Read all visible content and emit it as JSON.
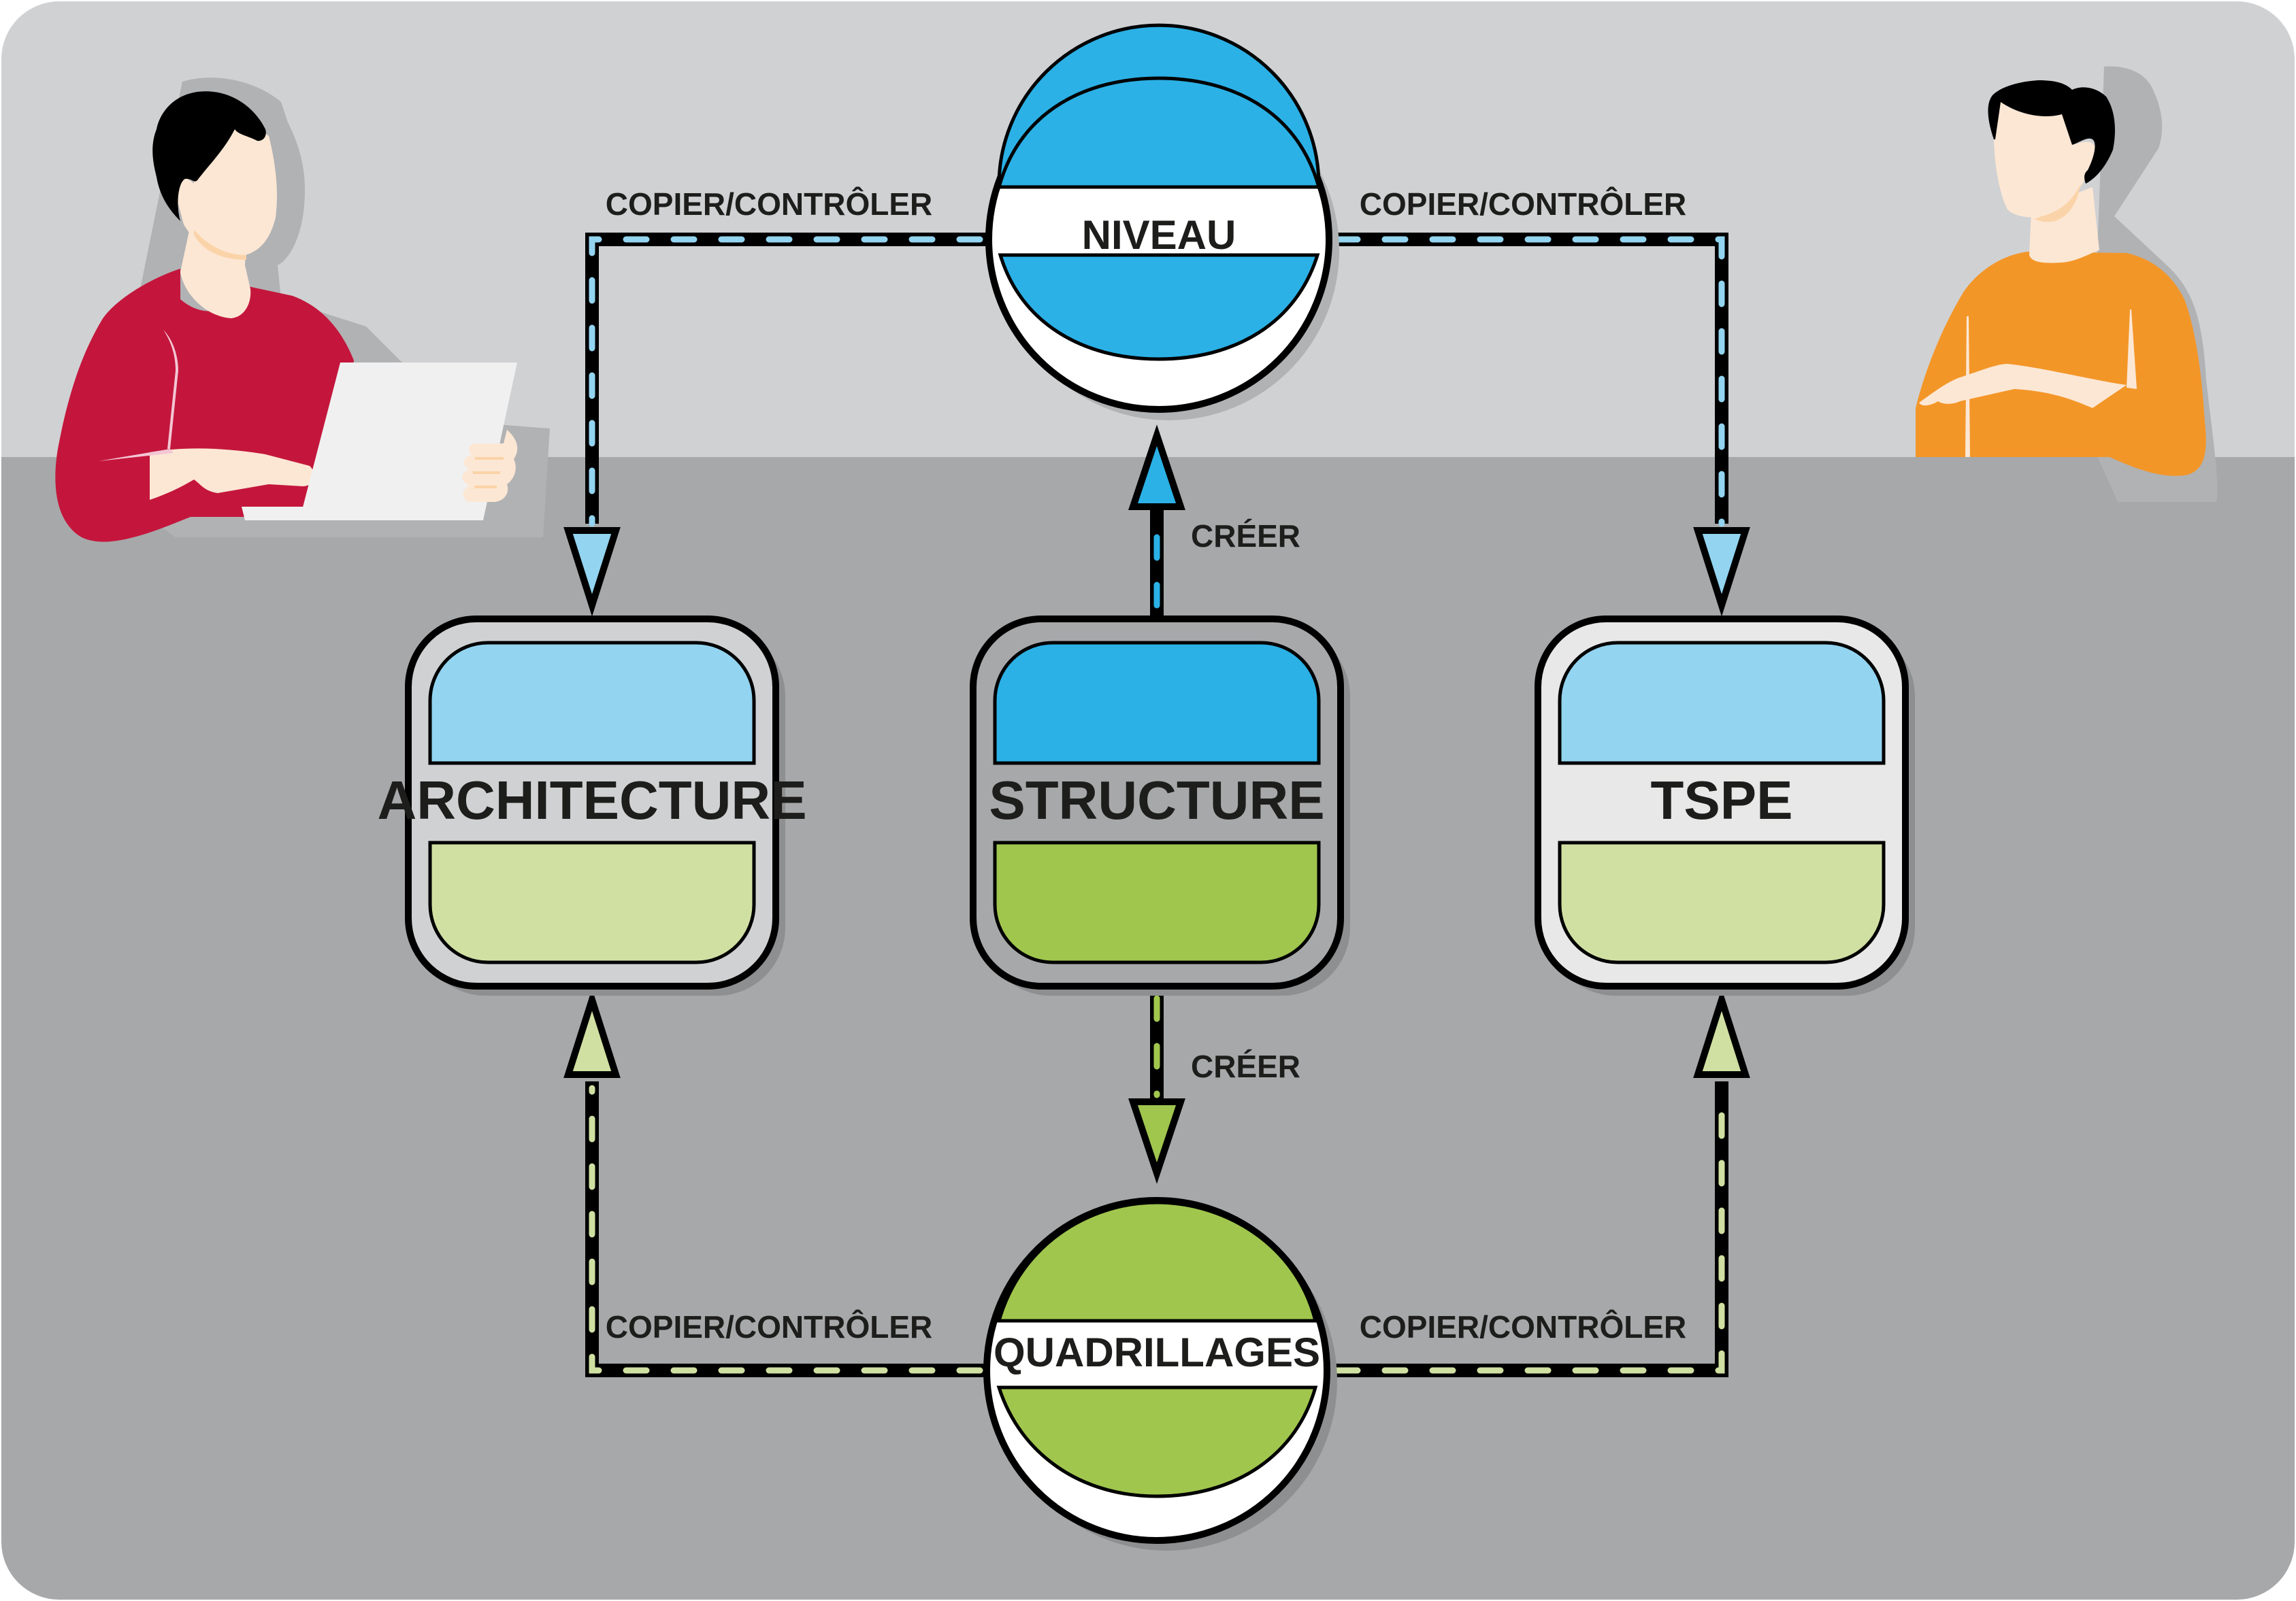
{
  "colors": {
    "bg_top": "#D0D1D3",
    "bg_bottom": "#A7A8AA",
    "shadow": "#8E8F91",
    "blue_dark": "#2BB1E6",
    "blue_light": "#93D4F0",
    "green_dark": "#A0C64E",
    "green_light": "#D0E0A2",
    "box_light": "#D0D1D3",
    "box_mid": "#A7A8AA",
    "box_white": "#E8E8E8",
    "ink": "#1D1D1B",
    "shirt_red": "#C4163C",
    "shirt_orange": "#F39628",
    "skin": "#FCE7D4",
    "skin_shade": "#FBD3A8",
    "laptop": "#F0F0F0",
    "hair": "#000000"
  },
  "nodes": {
    "niveau": {
      "label": "NIVEAU",
      "icon": "level-circle-icon"
    },
    "quadrillages": {
      "label": "QUADRILLAGES",
      "icon": "grid-circle-icon"
    },
    "architecture": {
      "label": "ARCHITECTURE"
    },
    "structure": {
      "label": "STRUCTURE"
    },
    "tspe": {
      "label": "TSPE"
    }
  },
  "edges": {
    "niveau_to_architecture": {
      "label": "COPIER/CONTRÔLER"
    },
    "niveau_to_tspe": {
      "label": "COPIER/CONTRÔLER"
    },
    "structure_to_niveau": {
      "label": "CRÉER"
    },
    "structure_to_quadrillages": {
      "label": "CRÉER"
    },
    "quadrillages_to_architecture": {
      "label": "COPIER/CONTRÔLER"
    },
    "quadrillages_to_tspe": {
      "label": "COPIER/CONTRÔLER"
    }
  },
  "people": {
    "left": {
      "icon": "person-with-laptop-icon"
    },
    "right": {
      "icon": "person-gesturing-icon"
    }
  }
}
